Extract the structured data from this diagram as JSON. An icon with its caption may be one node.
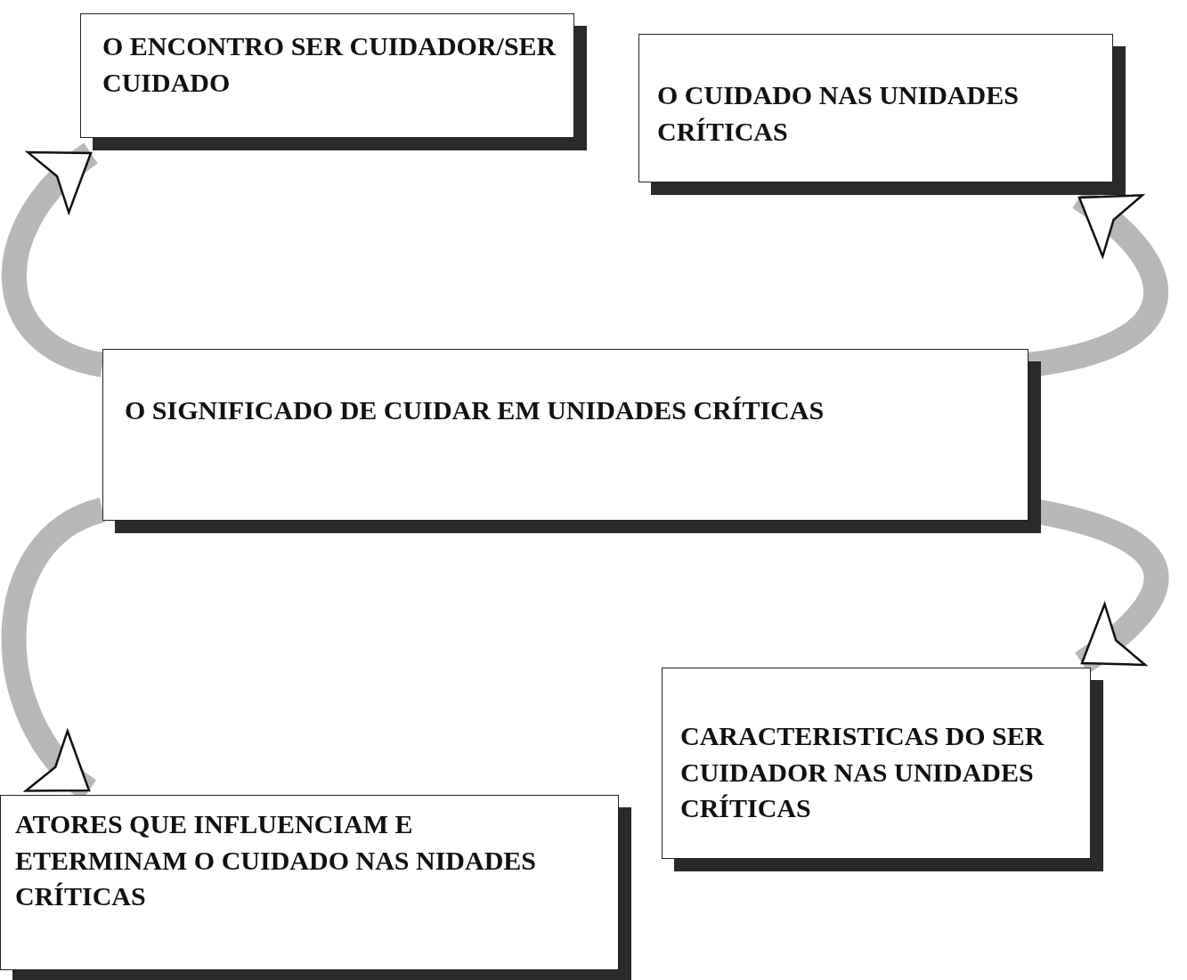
{
  "diagram": {
    "nodes": [
      {
        "text": [
          "O ENCONTRO SER CUIDADOR/SER CUIDADO"
        ]
      },
      {
        "text": [
          "O CUIDADO NAS UNIDADES CRÍTICAS"
        ]
      },
      {
        "text": [
          "O SIGNIFICADO DE CUIDAR EM UNIDADES CRÍTICAS"
        ]
      },
      {
        "text": [
          "CARACTERISTICAS DO SER CUIDADOR NAS UNIDADES CRÍTICAS"
        ]
      },
      {
        "text": [
          "ATORES QUE INFLUENCIAM E ETERMINAM O CUIDADO NAS NIDADES CRÍTICAS"
        ]
      }
    ],
    "edges": [
      {
        "from": 2,
        "to": 0,
        "arrow": "to"
      },
      {
        "from": 2,
        "to": 1,
        "arrow": "to"
      },
      {
        "from": 2,
        "to": 3,
        "arrow": "to"
      },
      {
        "from": 2,
        "to": 4,
        "arrow": "to"
      }
    ]
  }
}
